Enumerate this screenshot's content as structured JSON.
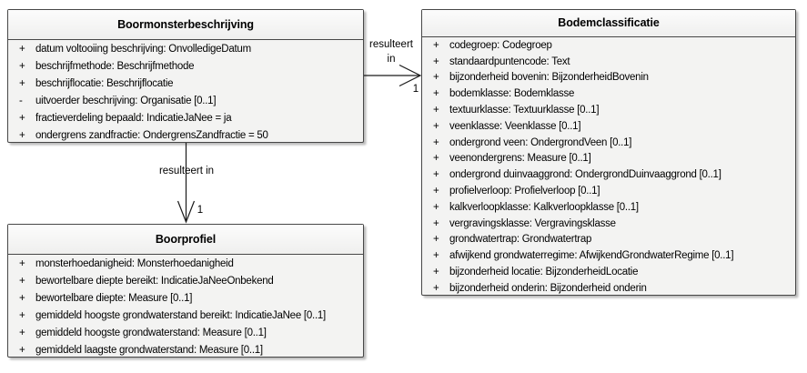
{
  "diagram": {
    "type": "uml-class-diagram",
    "colors": {
      "box_fill": "#f3f3f2",
      "box_border": "#474747",
      "shadow": "#bdbdbd",
      "line": "#1a1a1a",
      "text": "#000000"
    },
    "classes": [
      {
        "name": "Boormonsterbeschrijving",
        "attributes": [
          {
            "marker": "+",
            "text": "datum voltooiing beschrijving: OnvolledigeDatum"
          },
          {
            "marker": "+",
            "text": "beschrijfmethode: Beschrijfmethode"
          },
          {
            "marker": "+",
            "text": "beschrijflocatie: Beschrijflocatie"
          },
          {
            "marker": "-",
            "text": "uitvoerder beschrijving: Organisatie [0..1]"
          },
          {
            "marker": "+",
            "text": "fractieverdeling bepaald: IndicatieJaNee = ja"
          },
          {
            "marker": "+",
            "text": "ondergrens zandfractie: OndergrensZandfractie = 50"
          }
        ]
      },
      {
        "name": "Bodemclassificatie",
        "attributes": [
          {
            "marker": "+",
            "text": "codegroep: Codegroep"
          },
          {
            "marker": "+",
            "text": "standaardpuntencode: Text"
          },
          {
            "marker": "+",
            "text": "bijzonderheid bovenin: BijzonderheidBovenin"
          },
          {
            "marker": "+",
            "text": "bodemklasse: Bodemklasse"
          },
          {
            "marker": "+",
            "text": "textuurklasse: Textuurklasse [0..1]"
          },
          {
            "marker": "+",
            "text": "veenklasse: Veenklasse [0..1]"
          },
          {
            "marker": "+",
            "text": "ondergrond veen: OndergrondVeen [0..1]"
          },
          {
            "marker": "+",
            "text": "veenondergrens: Measure [0..1]"
          },
          {
            "marker": "+",
            "text": "ondergrond duinvaaggrond: OndergrondDuinvaaggrond [0..1]"
          },
          {
            "marker": "+",
            "text": "profielverloop: Profielverloop [0..1]"
          },
          {
            "marker": "+",
            "text": "kalkverloopklasse: Kalkverloopklasse [0..1]"
          },
          {
            "marker": "+",
            "text": "vergravingsklasse: Vergravingsklasse"
          },
          {
            "marker": "+",
            "text": "grondwatertrap: Grondwatertrap"
          },
          {
            "marker": "+",
            "text": "afwijkend grondwaterregime: AfwijkendGrondwaterRegime [0..1]"
          },
          {
            "marker": "+",
            "text": "bijzonderheid locatie: BijzonderheidLocatie"
          },
          {
            "marker": "+",
            "text": "bijzonderheid onderin: Bijzonderheid onderin"
          }
        ]
      },
      {
        "name": "Boorprofiel",
        "attributes": [
          {
            "marker": "+",
            "text": "monsterhoedanigheid: Monsterhoedanigheid"
          },
          {
            "marker": "+",
            "text": "bewortelbare diepte bereikt: IndicatieJaNeeOnbekend"
          },
          {
            "marker": "+",
            "text": "bewortelbare diepte: Measure [0..1]"
          },
          {
            "marker": "+",
            "text": "gemiddeld hoogste grondwaterstand bereikt: IndicatieJaNee [0..1]"
          },
          {
            "marker": "+",
            "text": "gemiddeld hoogste grondwaterstand: Measure [0..1]"
          },
          {
            "marker": "+",
            "text": "gemiddeld laagste grondwaterstand: Measure [0..1]"
          }
        ]
      }
    ],
    "connectors": [
      {
        "from": "Boormonsterbeschrijving",
        "to": "Bodemclassificatie",
        "label_line1": "resulteert",
        "label_line2": "in",
        "multiplicity": "1"
      },
      {
        "from": "Boormonsterbeschrijving",
        "to": "Boorprofiel",
        "label": "resulteert in",
        "multiplicity": "1"
      }
    ]
  }
}
